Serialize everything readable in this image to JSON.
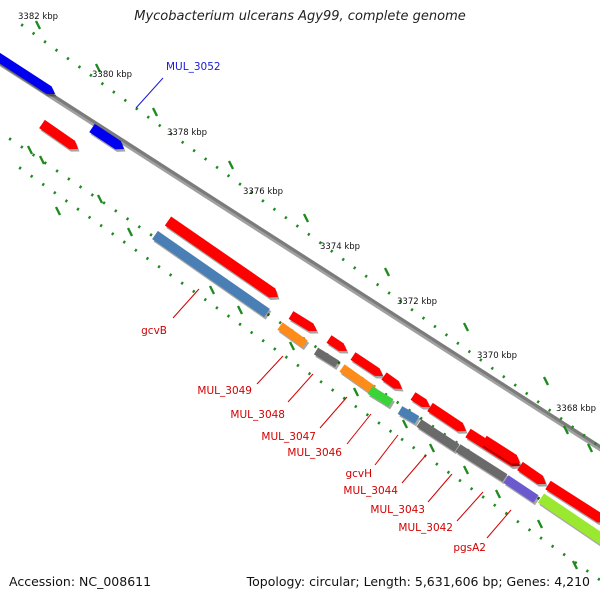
{
  "title": "Mycobacterium ulcerans Agy99, complete genome",
  "accession": "Accession: NC_008611",
  "topology": "Topology: circular; Length: 5,631,606 bp; Genes: 4,210",
  "colors": {
    "backbone": "#7b7b7b",
    "tick": "#1f8a1f",
    "label_highlight": "#1a1ad6",
    "label_normal": "#d20000",
    "red": "#ff0000",
    "blue": "#0000ee",
    "steel": "#4a7fb5",
    "orange": "#ff8c1a",
    "grey": "#6a6a6a",
    "green": "#3ad43a",
    "purple": "#6a5acd",
    "lime": "#9be830"
  },
  "scale_labels": [
    "3382 kbp",
    "3380 kbp",
    "3378 kbp",
    "3376 kbp",
    "3374 kbp",
    "3372 kbp",
    "3370 kbp",
    "3368 kbp"
  ],
  "gene_labels": [
    {
      "text": "MUL_3052",
      "color": "blue"
    },
    {
      "text": "gcvB",
      "color": "red"
    },
    {
      "text": "MUL_3049",
      "color": "red"
    },
    {
      "text": "MUL_3048",
      "color": "red"
    },
    {
      "text": "MUL_3047",
      "color": "red"
    },
    {
      "text": "MUL_3046",
      "color": "red"
    },
    {
      "text": "gcvH",
      "color": "red"
    },
    {
      "text": "MUL_3044",
      "color": "red"
    },
    {
      "text": "MUL_3043",
      "color": "red"
    },
    {
      "text": "MUL_3042",
      "color": "red"
    },
    {
      "text": "pgsA2",
      "color": "red"
    }
  ],
  "features": [
    {
      "color": "blue"
    },
    {
      "color": "blue"
    },
    {
      "color": "red"
    },
    {
      "color": "red"
    },
    {
      "color": "steel"
    },
    {
      "color": "red"
    },
    {
      "color": "orange"
    },
    {
      "color": "red"
    },
    {
      "color": "grey"
    },
    {
      "color": "red"
    },
    {
      "color": "orange"
    },
    {
      "color": "green"
    },
    {
      "color": "red"
    },
    {
      "color": "steel"
    },
    {
      "color": "red"
    },
    {
      "color": "grey"
    },
    {
      "color": "red"
    },
    {
      "color": "grey"
    },
    {
      "color": "red"
    },
    {
      "color": "purple"
    },
    {
      "color": "red"
    },
    {
      "color": "lime"
    }
  ]
}
